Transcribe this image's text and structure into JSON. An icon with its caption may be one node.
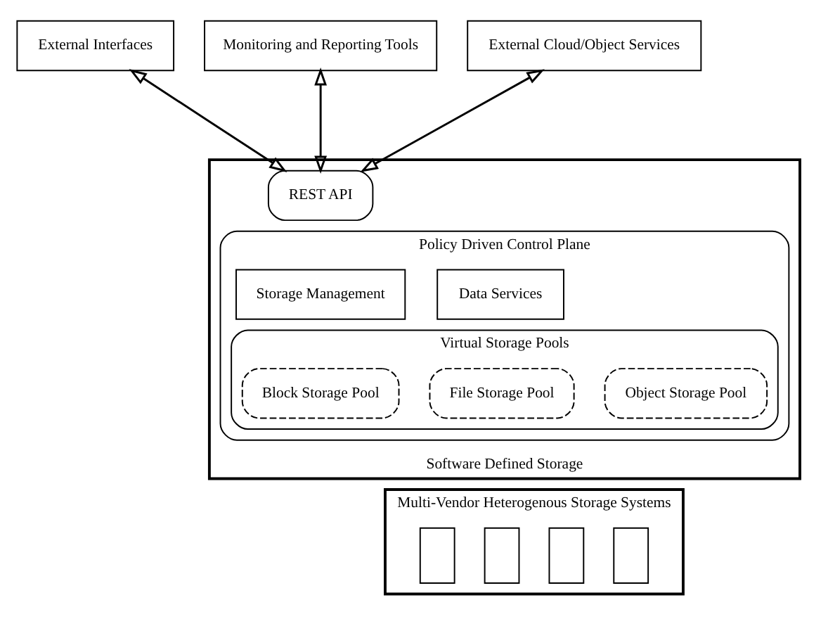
{
  "diagram": {
    "nodes": [
      {
        "text": [
          "External Interfaces"
        ]
      },
      {
        "text": [
          "Monitoring and Reporting Tools"
        ]
      },
      {
        "text": [
          "External Cloud/Object Services"
        ]
      },
      {
        "text": [
          "Software Defined Storage"
        ]
      },
      {
        "text": [
          "REST API"
        ],
        "in": 3
      },
      {
        "text": [
          "Policy Driven Control Plane"
        ],
        "in": 3
      },
      {
        "text": [
          "Storage Management"
        ],
        "in": 5
      },
      {
        "text": [
          "Data Services"
        ],
        "in": 5
      },
      {
        "text": [
          "Virtual Storage Pools"
        ],
        "in": 5
      },
      {
        "text": [
          "Block Storage Pool"
        ],
        "in": 8
      },
      {
        "text": [
          "File Storage Pool"
        ],
        "in": 8
      },
      {
        "text": [
          "Object Storage Pool"
        ],
        "in": 8
      },
      {
        "text": [
          "Multi-Vendor Heterogenous Storage Systems"
        ]
      },
      {
        "text": [],
        "shape": "box",
        "in": 12
      },
      {
        "text": [],
        "shape": "box",
        "in": 12
      },
      {
        "text": [],
        "shape": "box",
        "in": 12
      },
      {
        "text": [],
        "shape": "box",
        "in": 12
      }
    ],
    "edges": [
      {
        "from": 0,
        "to": 4,
        "arrow": "both"
      },
      {
        "from": 1,
        "to": 4,
        "arrow": "both"
      },
      {
        "from": 2,
        "to": 4,
        "arrow": "both"
      }
    ]
  }
}
